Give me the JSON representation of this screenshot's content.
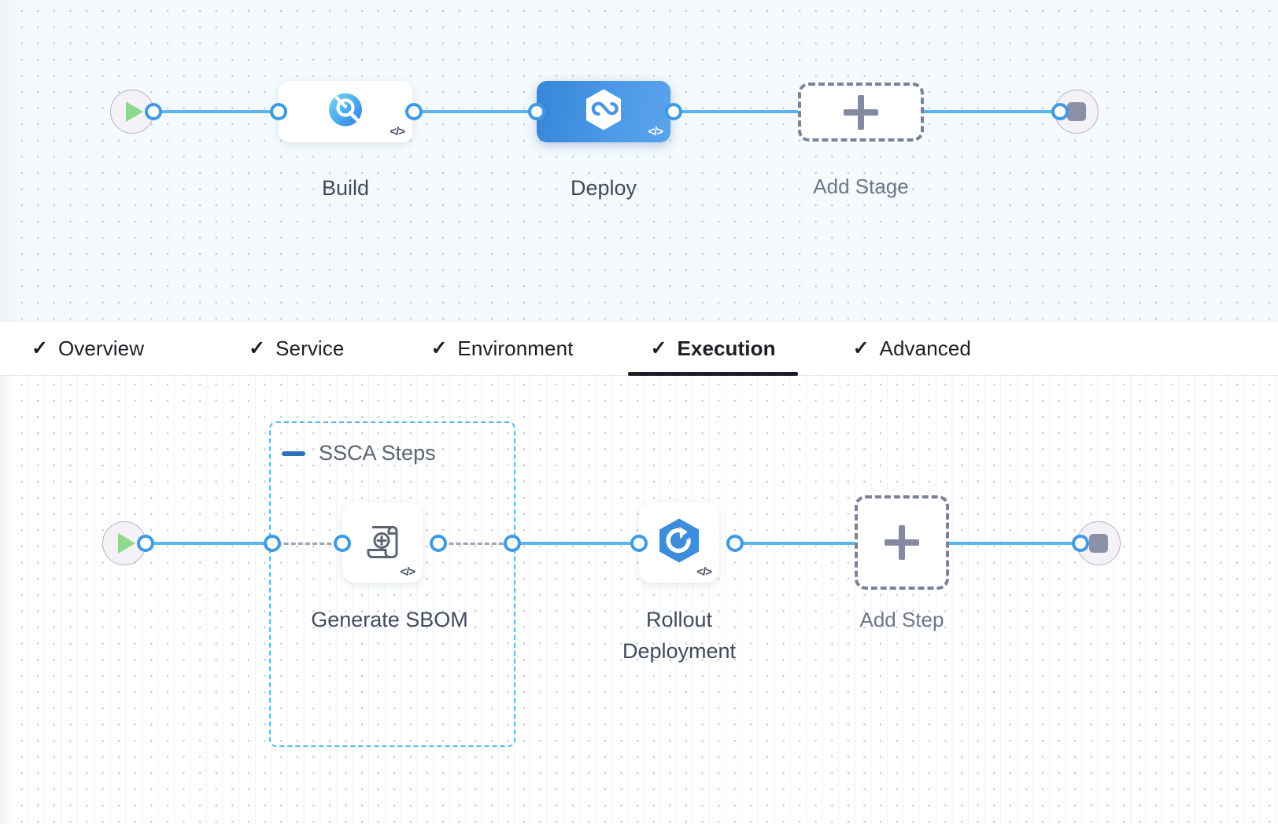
{
  "theme": {
    "accent_blue": "#5cb4ee",
    "selected_node_blue": "#4a96e5",
    "group_border_blue": "#56b6f0",
    "label_gray": "#41495c",
    "placeholder_gray": "#7b8196",
    "start_green": "#8fd98f",
    "stop_gray": "#8b90a6",
    "canvas_top_bg": "#f4fafd",
    "canvas_bottom_bg": "#ffffff"
  },
  "stage_canvas": {
    "name": "pipeline-stage-graph",
    "start_node": {
      "icon": "play-icon"
    },
    "end_node": {
      "icon": "stop-icon"
    },
    "stages": [
      {
        "label": "Build",
        "icon": "build-scan-icon",
        "selected": false,
        "code_badge": "</>"
      },
      {
        "label": "Deploy",
        "icon": "deploy-hexagon-infinity-icon",
        "selected": true,
        "code_badge": "</>"
      }
    ],
    "add_stage": {
      "label": "Add Stage",
      "icon": "plus-icon"
    }
  },
  "tabs": {
    "name": "stage-config-tabs",
    "check_glyph": "✓",
    "items": [
      {
        "label": "Overview",
        "checked": true,
        "active": false
      },
      {
        "label": "Service",
        "checked": true,
        "active": false
      },
      {
        "label": "Environment",
        "checked": true,
        "active": false
      },
      {
        "label": "Execution",
        "checked": true,
        "active": true
      },
      {
        "label": "Advanced",
        "checked": true,
        "active": false
      }
    ]
  },
  "step_canvas": {
    "name": "execution-step-graph",
    "start_node": {
      "icon": "play-icon"
    },
    "end_node": {
      "icon": "stop-icon"
    },
    "group": {
      "title": "SSCA Steps",
      "collapse_icon": "collapse-dash-icon",
      "steps": [
        {
          "label": "Generate SBOM",
          "icon": "scroll-plus-icon",
          "code_badge": "</>"
        }
      ]
    },
    "steps": [
      {
        "label_line1": "Rollout",
        "label_line2": "Deployment",
        "icon": "rollout-hexagon-refresh-icon",
        "code_badge": "</>"
      }
    ],
    "add_step": {
      "label": "Add Step",
      "icon": "plus-icon"
    }
  }
}
